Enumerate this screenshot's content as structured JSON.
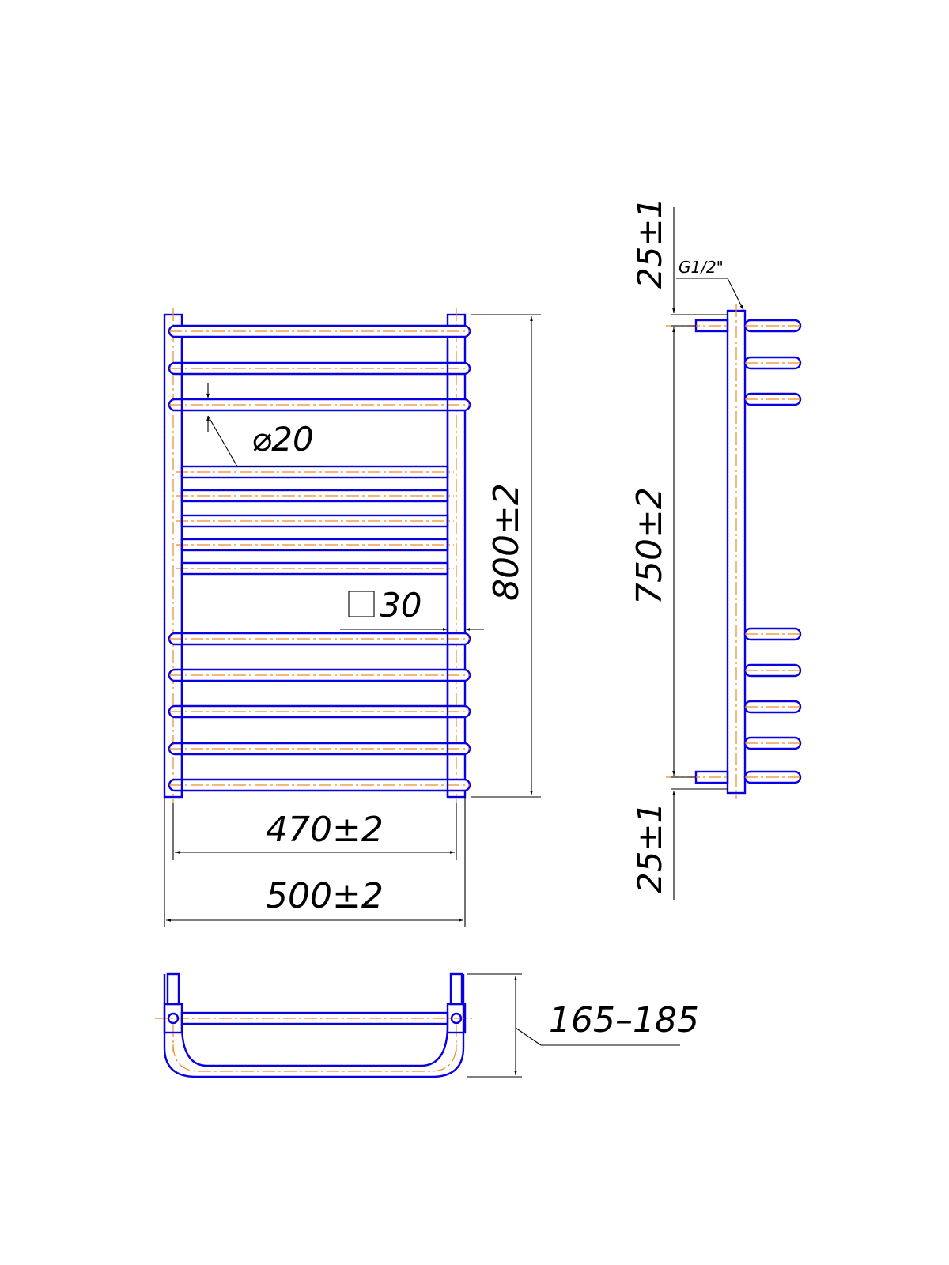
{
  "colors": {
    "pipe": "#0a00e0",
    "axis": "#f08a24",
    "dimension": "#000000",
    "background": "#ffffff"
  },
  "dimensions": {
    "height_total": "800±2",
    "width_axis": "470±2",
    "width_total": "500±2",
    "pipe_diameter": "⌀20",
    "square_profile": "30",
    "axis_spacing": "750±2",
    "top_offset": "25±1",
    "bottom_offset": "25±1",
    "thread": "G1/2\"",
    "depth_range": "165–185"
  }
}
